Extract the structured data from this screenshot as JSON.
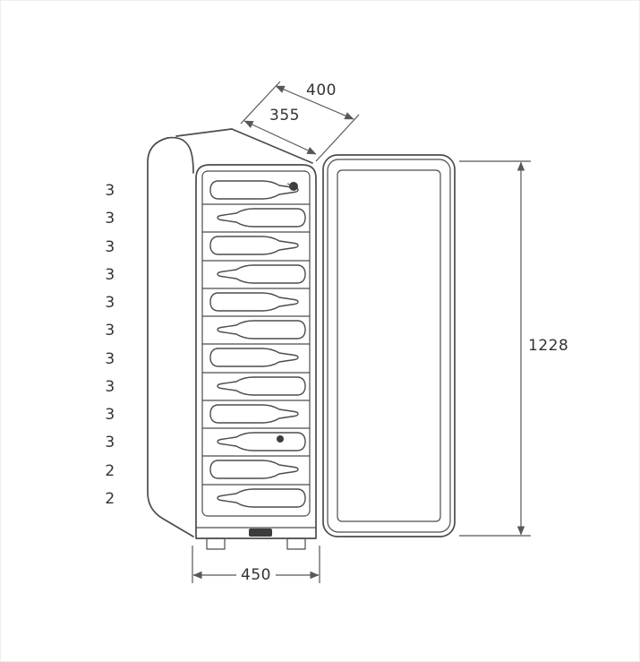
{
  "diagram": {
    "type": "technical-drawing",
    "subject": "wine-cabinet-dimension-diagram-with-open-door",
    "dimension_labels": {
      "depth_outer": "400",
      "depth_inner": "355",
      "height": "1228",
      "width": "450"
    },
    "shelf_capacity_labels": [
      "3",
      "3",
      "3",
      "3",
      "3",
      "3",
      "3",
      "3",
      "3",
      "3",
      "2",
      "2"
    ],
    "colors": {
      "line": "#4c4c4c",
      "dimension_line": "#585858",
      "text": "#333333",
      "background": "#ffffff",
      "border": "#ededed"
    }
  }
}
